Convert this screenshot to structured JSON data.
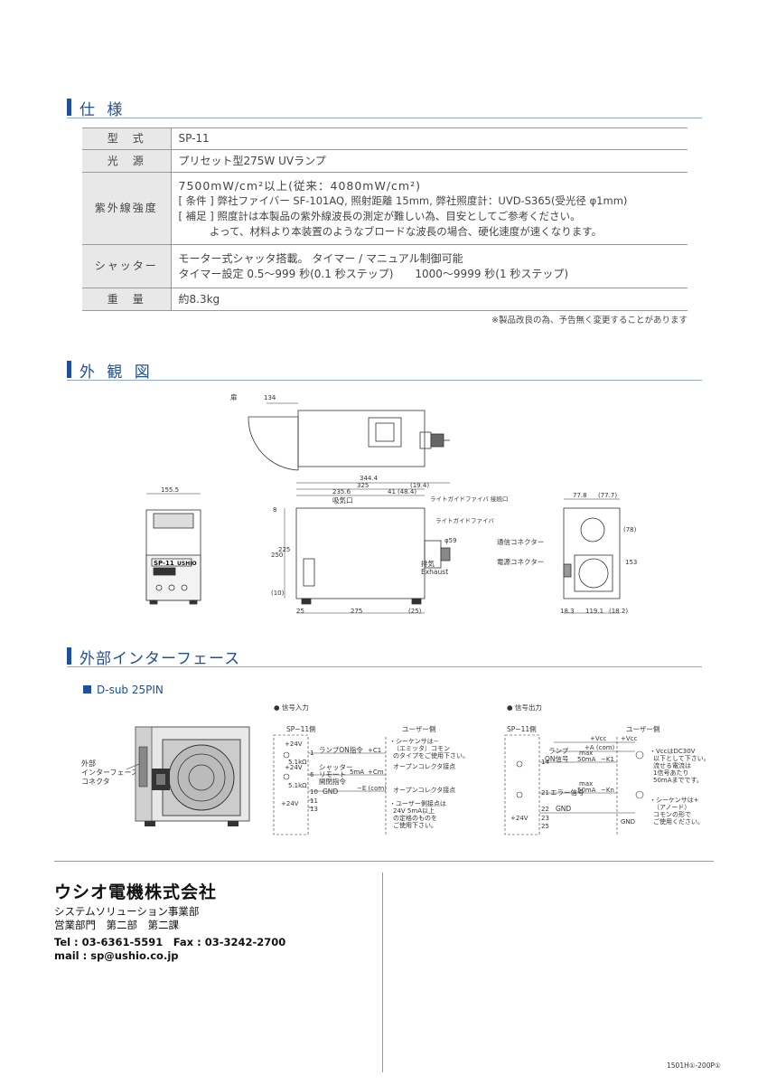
{
  "spec_section": {
    "title": "仕 様"
  },
  "spec_rows": [
    {
      "label": "型　式",
      "lines": [
        "SP-11"
      ]
    },
    {
      "label": "光　源",
      "lines": [
        "プリセット型275W UVランプ"
      ]
    },
    {
      "label": "紫外線強度",
      "lines": [
        "7500mW/cm²以上(従来：4080mW/cm²)",
        "[ 条件 ] 弊社ファイバー SF-101AQ, 照射距離 15mm, 弊社照度計：UVD-S365(受光径 φ1mm)",
        "[ 補足 ] 照度計は本製品の紫外線波長の測定が難しい為、目安としてご参考ください。",
        "　　　よって、材料より本装置のようなブロードな波長の場合、硬化速度が速くなります。"
      ]
    },
    {
      "label": "シャッター",
      "lines": [
        "モーター式シャッタ搭載。 タイマー / マニュアル制御可能",
        "タイマー設定 0.5～999 秒(0.1 秒ステップ)　　1000～9999 秒(1 秒ステップ)"
      ]
    },
    {
      "label": "重　量",
      "lines": [
        "約8.3kg"
      ]
    }
  ],
  "spec_note": "※製品改良の為、予告無く変更することがあります",
  "appearance_section": {
    "title": "外 観 図"
  },
  "appearance": {
    "top_dims": {
      "door": "扉",
      "d134": "134"
    },
    "front_dims": {
      "w": "155.5"
    },
    "side_dims": {
      "d3444": "344.4",
      "d325": "325",
      "d2356": "235.6",
      "d41": "41",
      "d484": "(48.4)",
      "d194": "(19.4)",
      "d275": "275",
      "d25": "25",
      "d25b": "(25)",
      "h250": "250",
      "h225": "225",
      "h8": "8",
      "h10": "(10)",
      "phi": "φ59"
    },
    "side_labels": {
      "intake": "吸気口",
      "lg_port": "ライトガイドファイバ 接続口",
      "lg_fiber": "ライトガイドファイバ",
      "exhaust_jp": "排気",
      "exhaust_en": "Exhaust"
    },
    "rear_dims": {
      "d778": "77.8",
      "d777": "(77.7)",
      "d78": "(78)",
      "d153": "153",
      "d183": "18.3",
      "d1191": "119.1",
      "d182": "(18.2)"
    },
    "rear_labels": {
      "comm": "通信コネクター",
      "power": "電源コネクター"
    },
    "panel_text": {
      "model": "SP-11",
      "brand": "USHIO"
    }
  },
  "interface_section": {
    "title": "外部インターフェース"
  },
  "dsub": {
    "label": "D-sub 25PIN"
  },
  "photo_label": [
    "外部",
    "インターフェース",
    "コネクタ"
  ],
  "input_diagram": {
    "header": "● 信号入力",
    "sp_side": "SP−11側",
    "user_side": "ユーザー側",
    "v24a": "+24V",
    "v24b": "+24V",
    "v24c": "+24V",
    "r1": "5.1kΩ",
    "r2": "5.1kΩ",
    "p1": "1",
    "p6": "6",
    "p10": "10",
    "p11": "11",
    "p13": "13",
    "sig1": "ランプON指令",
    "sig6a": "シャッター",
    "sig6b": "リモート",
    "sig6c": "開閉指令",
    "gnd": "GND",
    "c1": "+C1",
    "cm": "+Cm",
    "com": "−E (com)",
    "ma1": "5mA",
    "note1a": "・シーケンサは−",
    "note1b": "（エミッタ）コモン",
    "note1c": "のタイプをご使用下さい。",
    "oc1": "オープンコレクタ接点",
    "oc2": "オープンコレクタ接点",
    "note2a": "・ユーザー側接点は",
    "note2b": "24V 5mA以上",
    "note2c": "の定格のものを",
    "note2d": "ご使用下さい。"
  },
  "output_diagram": {
    "header": "● 信号出力",
    "sp_side": "SP−11側",
    "user_side": "ユーザー側",
    "vcc": "+Vcc",
    "a_com": "+A (com)",
    "vcc2": "+Vcc",
    "p14": "14",
    "p21": "21",
    "p22": "22",
    "p23": "23",
    "p25": "25",
    "lamp1": "ランプ",
    "lamp2": "ON信号",
    "err": "エラー信号",
    "gnd": "GND",
    "gnd2": "GND",
    "max1": "max",
    "ma1": "50mA",
    "max2": "max",
    "ma2": "50mA",
    "k1": "−K1",
    "kn": "−Kn",
    "v24": "+24V",
    "note1a": "・VccはDC30V",
    "note1b": "以下として下さい。",
    "note1c": "流せる電流は",
    "note1d": "1信号あたり",
    "note1e": "50mAまでです。",
    "note2a": "・シーケンサは+",
    "note2b": "（アノード）",
    "note2c": "コモンの形で",
    "note2d": "ご使用ください。"
  },
  "company": {
    "name": "ウシオ電機株式会社",
    "division": "システムソリューション事業部",
    "dept": "営業部門　第二部　第二課",
    "tel": "Tel : 03-6361-5591　Fax : 03-3242-2700",
    "mail": "mail : sp@ushio.co.jp"
  },
  "doc_code": "1501H①-200P①",
  "colors": {
    "accent": "#1f4fa0",
    "header_bg": "#e8e8e8"
  }
}
